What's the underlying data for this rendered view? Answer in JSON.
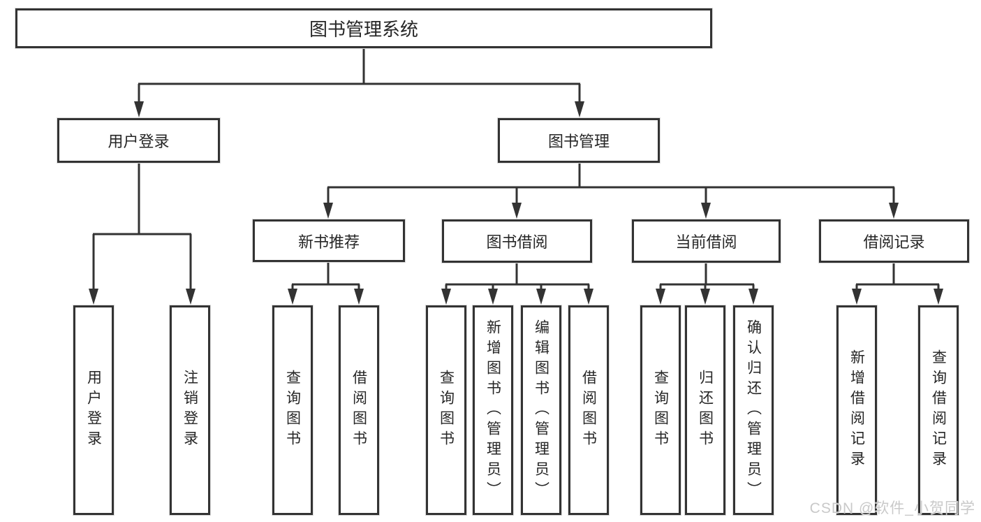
{
  "diagram": {
    "root": "图书管理系统",
    "user_login": {
      "label": "用户登录",
      "children": [
        "用户登录",
        "注销登录"
      ]
    },
    "book_management": {
      "label": "图书管理",
      "sections": [
        {
          "label": "新书推荐",
          "children": [
            "查询图书",
            "借阅图书"
          ]
        },
        {
          "label": "图书借阅",
          "children": [
            "查询图书",
            "新增图书（管理员）",
            "编辑图书（管理员）",
            "借阅图书"
          ]
        },
        {
          "label": "当前借阅",
          "children": [
            "查询图书",
            "归还图书",
            "确认归还（管理员）"
          ]
        },
        {
          "label": "借阅记录",
          "children": [
            "新增借阅记录",
            "查询借阅记录"
          ]
        }
      ]
    }
  },
  "watermark": {
    "text": "CSDN @软件_小贺同学"
  },
  "colors": {
    "box_border": "#333333",
    "connector_line": "#333333",
    "node_text": "#262626",
    "watermark_text": "#c9c9c9",
    "background": "#ffffff"
  }
}
